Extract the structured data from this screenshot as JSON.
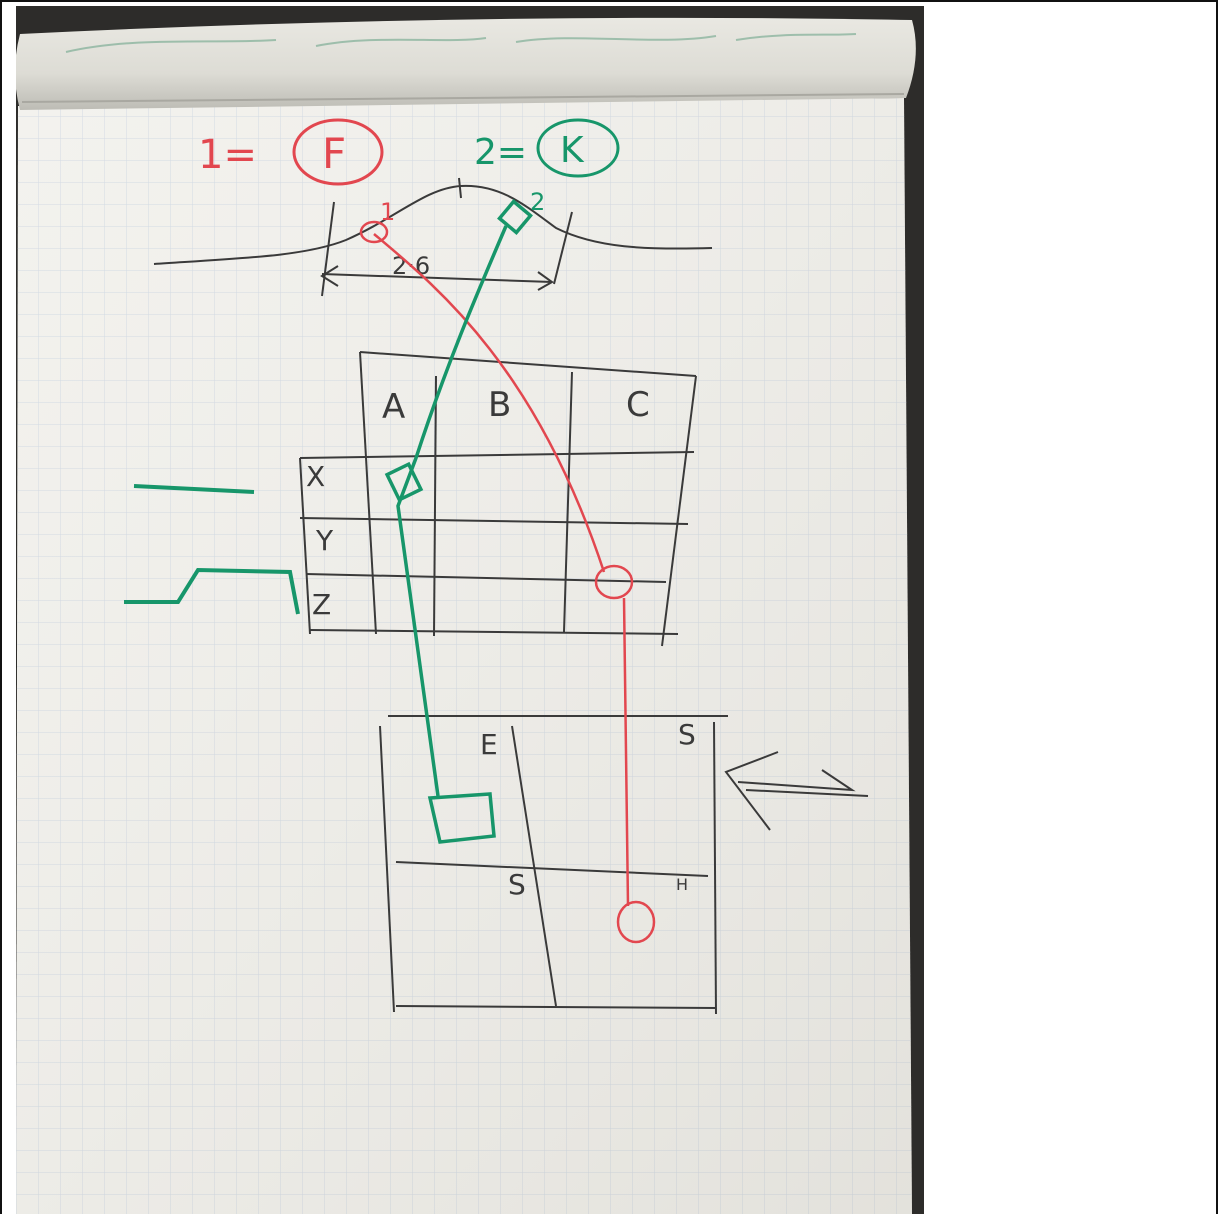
{
  "legend": {
    "item1_key": "1=",
    "item1_value": "F",
    "item2_key": "2=",
    "item2_value": "K"
  },
  "curve": {
    "marker1_label": "1",
    "marker2_label": "2",
    "width_label": "2·6"
  },
  "matrix": {
    "columns": [
      "A",
      "B",
      "C"
    ],
    "rows": [
      "X",
      "Y",
      "Z"
    ]
  },
  "lower_grid": {
    "cells": [
      "E",
      "S",
      "S",
      "H"
    ]
  },
  "colors": {
    "red_marker": "#e2474f",
    "green_marker": "#17966a",
    "black_marker": "#3a3a3a",
    "paper": "#f1f0eb",
    "grid_line": "#c9d3df"
  }
}
